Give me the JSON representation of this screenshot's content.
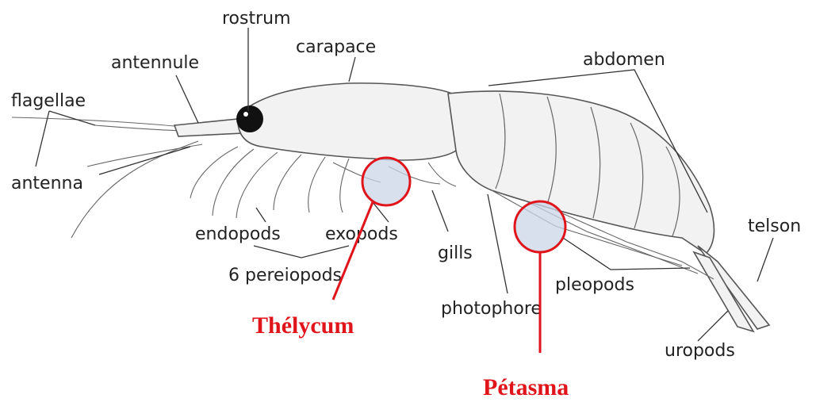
{
  "labels": {
    "rostrum": "rostrum",
    "carapace": "carapace",
    "abdomen": "abdomen",
    "antennule": "antennule",
    "flagellae": "flagellae",
    "antenna": "antenna",
    "endopods": "endopods",
    "exopods": "exopods",
    "pereiopods": "6 pereiopods",
    "gills": "gills",
    "photophore": "photophore",
    "pleopods": "pleopods",
    "telson": "telson",
    "uropods": "uropods"
  },
  "highlights": {
    "thelycum": "Thélycum",
    "petasma": "Pétasma"
  },
  "colors": {
    "highlight": "#e0151b",
    "highlight_fill": "#c9d6e6",
    "label_text": "#222222"
  }
}
